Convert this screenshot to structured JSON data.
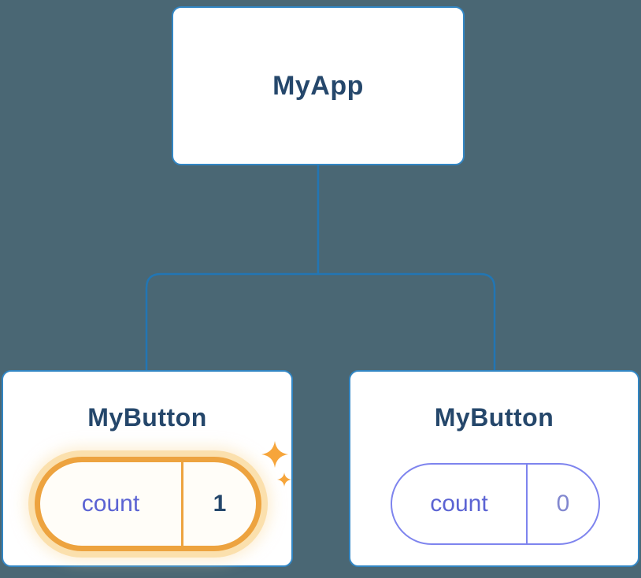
{
  "tree": {
    "root": {
      "label": "MyApp"
    },
    "children": [
      {
        "label": "MyButton",
        "state": {
          "key": "count",
          "value": "1",
          "highlighted": true
        }
      },
      {
        "label": "MyButton",
        "state": {
          "key": "count",
          "value": "0",
          "highlighted": false
        }
      }
    ]
  },
  "colors": {
    "background": "#4a6774",
    "card_border": "#3286c4",
    "connector": "#2276b4",
    "title": "#25476b",
    "state_label": "#5b63d3",
    "highlight_orange": "#eda33f",
    "glow": "#fbe0ad",
    "pill_border": "#7e84ee",
    "zero_value": "#8187cf",
    "sparkle": "#f6a53b"
  }
}
